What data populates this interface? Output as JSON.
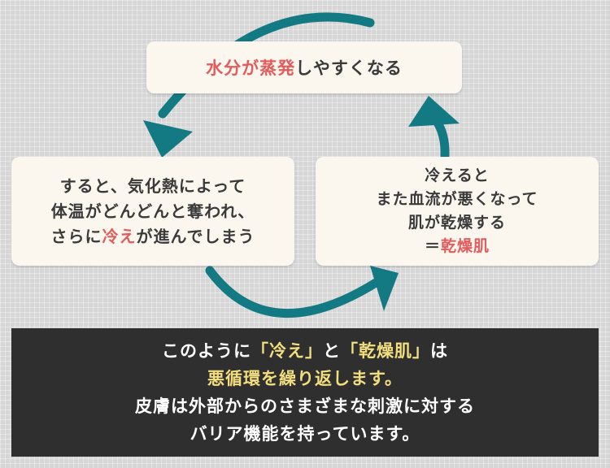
{
  "colors": {
    "arrow": "#137a83",
    "highlight_red": "#e35b5b",
    "highlight_yellow": "#f2de7d",
    "box_bg": "#fbf7ef",
    "summary_bg": "#2f2f2f"
  },
  "top_box": {
    "highlight": "水分が蒸発",
    "rest": "しやすくなる"
  },
  "left_box": {
    "line1": "すると、気化熱によって",
    "line2": "体温がどんどんと奪われ、",
    "line3_pre": "さらに",
    "line3_highlight": "冷え",
    "line3_post": "が進んでしまう"
  },
  "right_box": {
    "line1": "冷えると",
    "line2": "また血流が悪くなって",
    "line3": "肌が乾燥する",
    "line4_pre": "＝",
    "line4_highlight": "乾燥肌"
  },
  "summary": {
    "line1_pre": "このように",
    "line1_hl1": "「冷え」",
    "line1_mid": "と",
    "line1_hl2": "「乾燥肌」",
    "line1_post": "は",
    "line2": "悪循環を繰り返します。",
    "line3": "皮膚は外部からのさまざまな刺激に対する",
    "line4": "バリア機能を持っています。"
  }
}
